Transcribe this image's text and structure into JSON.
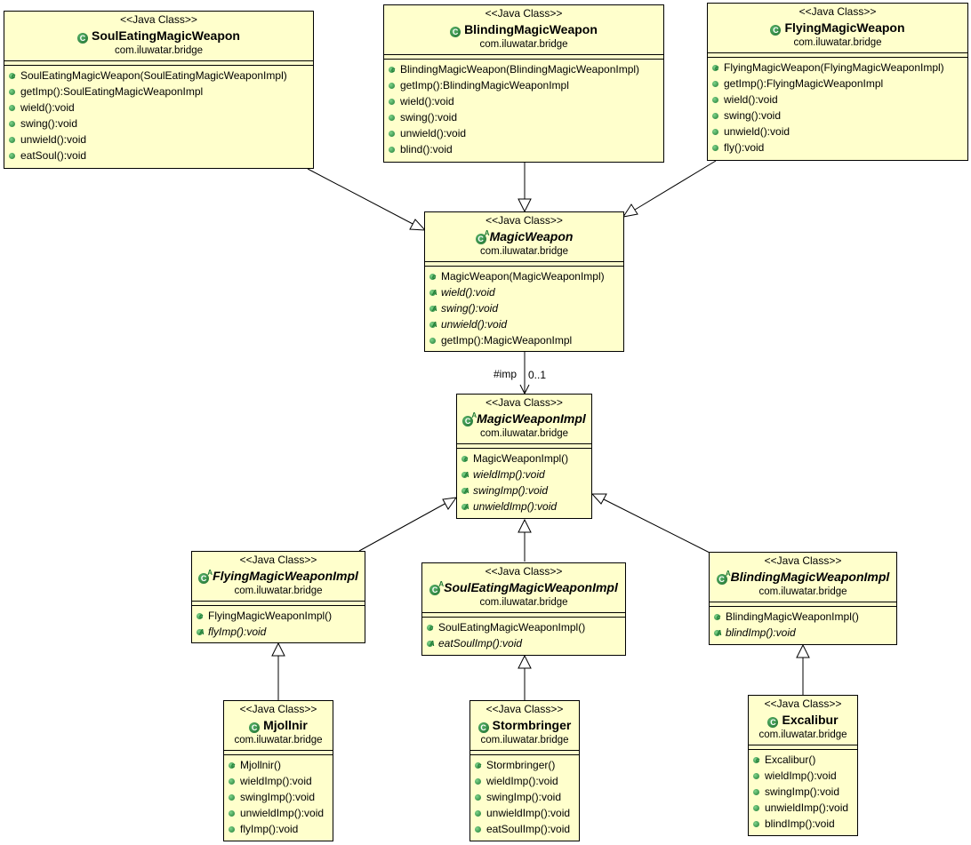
{
  "classes": {
    "soul": {
      "stereotype": "<<Java Class>>",
      "name": "SoulEatingMagicWeapon",
      "package": "com.iluwatar.bridge",
      "ops": [
        "SoulEatingMagicWeapon(SoulEatingMagicWeaponImpl)",
        "getImp():SoulEatingMagicWeaponImpl",
        "wield():void",
        "swing():void",
        "unwield():void",
        "eatSoul():void"
      ]
    },
    "blinding": {
      "stereotype": "<<Java Class>>",
      "name": "BlindingMagicWeapon",
      "package": "com.iluwatar.bridge",
      "ops": [
        "BlindingMagicWeapon(BlindingMagicWeaponImpl)",
        "getImp():BlindingMagicWeaponImpl",
        "wield():void",
        "swing():void",
        "unwield():void",
        "blind():void"
      ]
    },
    "flying": {
      "stereotype": "<<Java Class>>",
      "name": "FlyingMagicWeapon",
      "package": "com.iluwatar.bridge",
      "ops": [
        "FlyingMagicWeapon(FlyingMagicWeaponImpl)",
        "getImp():FlyingMagicWeaponImpl",
        "wield():void",
        "swing():void",
        "unwield():void",
        "fly():void"
      ]
    },
    "magic": {
      "stereotype": "<<Java Class>>",
      "name": "MagicWeapon",
      "package": "com.iluwatar.bridge",
      "ops": [
        "MagicWeapon(MagicWeaponImpl)",
        "wield():void",
        "swing():void",
        "unwield():void",
        "getImp():MagicWeaponImpl"
      ]
    },
    "impl": {
      "stereotype": "<<Java Class>>",
      "name": "MagicWeaponImpl",
      "package": "com.iluwatar.bridge",
      "ops": [
        "MagicWeaponImpl()",
        "wieldImp():void",
        "swingImp():void",
        "unwieldImp():void"
      ]
    },
    "flyingImpl": {
      "stereotype": "<<Java Class>>",
      "name": "FlyingMagicWeaponImpl",
      "package": "com.iluwatar.bridge",
      "ops": [
        "FlyingMagicWeaponImpl()",
        "flyImp():void"
      ]
    },
    "soulImpl": {
      "stereotype": "<<Java Class>>",
      "name": "SoulEatingMagicWeaponImpl",
      "package": "com.iluwatar.bridge",
      "ops": [
        "SoulEatingMagicWeaponImpl()",
        "eatSoulImp():void"
      ]
    },
    "blindingImpl": {
      "stereotype": "<<Java Class>>",
      "name": "BlindingMagicWeaponImpl",
      "package": "com.iluwatar.bridge",
      "ops": [
        "BlindingMagicWeaponImpl()",
        "blindImp():void"
      ]
    },
    "mjollnir": {
      "stereotype": "<<Java Class>>",
      "name": "Mjollnir",
      "package": "com.iluwatar.bridge",
      "ops": [
        "Mjollnir()",
        "wieldImp():void",
        "swingImp():void",
        "unwieldImp():void",
        "flyImp():void"
      ]
    },
    "stormbringer": {
      "stereotype": "<<Java Class>>",
      "name": "Stormbringer",
      "package": "com.iluwatar.bridge",
      "ops": [
        "Stormbringer()",
        "wieldImp():void",
        "swingImp():void",
        "unwieldImp():void",
        "eatSoulImp():void"
      ]
    },
    "excalibur": {
      "stereotype": "<<Java Class>>",
      "name": "Excalibur",
      "package": "com.iluwatar.bridge",
      "ops": [
        "Excalibur()",
        "wieldImp():void",
        "swingImp():void",
        "unwieldImp():void",
        "blindImp():void"
      ]
    }
  },
  "association": {
    "role": "#imp",
    "multiplicity": "0..1"
  },
  "colors": {
    "class_fill": "#ffffcc",
    "border": "#000000",
    "icon_green": "#1e7a34"
  }
}
